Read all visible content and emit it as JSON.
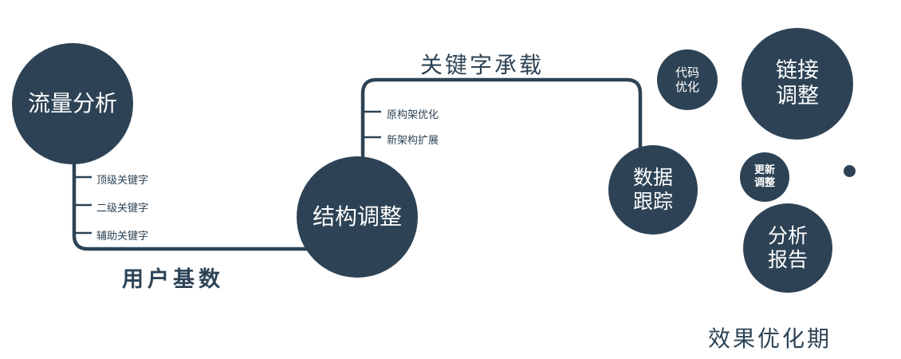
{
  "colors": {
    "primary": "#2d4355",
    "node_text": "#ffffff"
  },
  "nodes": {
    "traffic_analysis": {
      "label": "流量分析"
    },
    "structure_adjustment": {
      "label": "结构调整"
    },
    "data_tracking": {
      "lines": [
        "数据",
        "跟踪"
      ]
    },
    "code_optimization": {
      "lines": [
        "代码",
        "优化"
      ]
    },
    "link_adjustment": {
      "lines": [
        "链接",
        "调整"
      ]
    },
    "update_adjustment": {
      "lines": [
        "更新",
        "调整"
      ]
    },
    "analysis_report": {
      "lines": [
        "分析",
        "报告"
      ]
    }
  },
  "edge_labels": {
    "keyword_carrying": "关键字承载",
    "user_base": "用户基数"
  },
  "branch_labels": {
    "traffic": [
      "顶级关键字",
      "二级关键字",
      "辅助关键字"
    ],
    "structure": [
      "原构架优化",
      "新架构扩展"
    ]
  },
  "footer_label": "效果优化期"
}
